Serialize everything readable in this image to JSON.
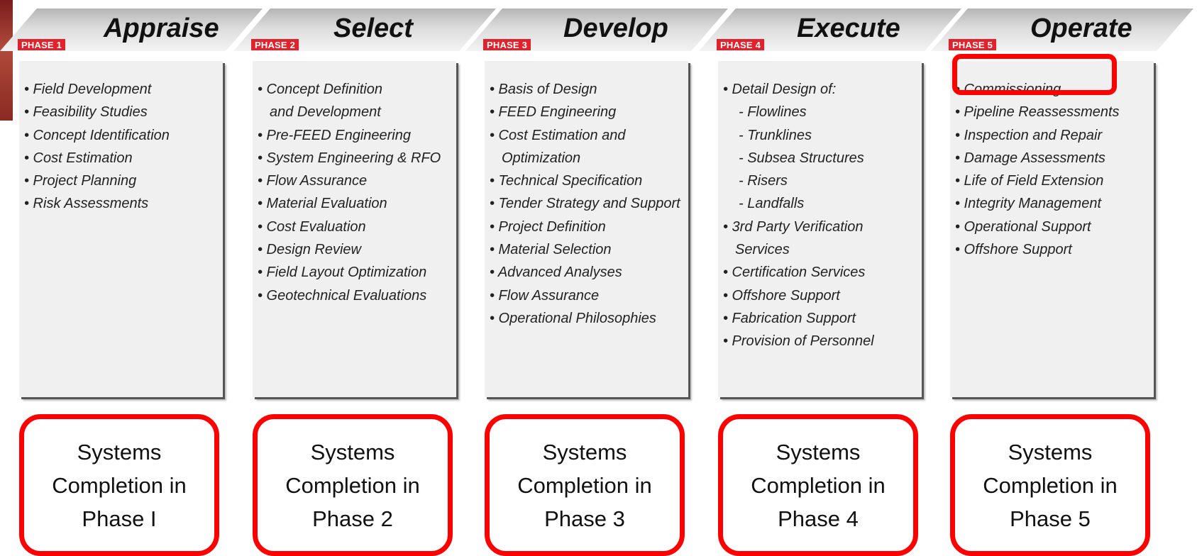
{
  "phases": [
    {
      "tag": "PHASE 1",
      "title": "Appraise",
      "items": [
        "• Field Development",
        "• Feasibility Studies",
        "• Concept Identification",
        "• Cost Estimation",
        "• Project Planning",
        "• Risk Assessments"
      ],
      "completion": "Systems\nCompletion in\nPhase I"
    },
    {
      "tag": "PHASE 2",
      "title": "Select",
      "items": [
        "• Concept Definition",
        "and Development",
        "• Pre-FEED Engineering",
        "• System Engineering & RFO",
        "• Flow Assurance",
        "• Material Evaluation",
        "• Cost Evaluation",
        "• Design Review",
        "• Field Layout Optimization",
        "• Geotechnical Evaluations"
      ],
      "completion": "Systems\nCompletion in\nPhase 2"
    },
    {
      "tag": "PHASE 3",
      "title": "Develop",
      "items": [
        "• Basis of Design",
        "• FEED Engineering",
        "• Cost Estimation and",
        "Optimization",
        "• Technical Specification",
        "• Tender Strategy and Support",
        "• Project Definition",
        "• Material Selection",
        "• Advanced Analyses",
        "• Flow Assurance",
        "• Operational Philosophies"
      ],
      "completion": "Systems\nCompletion in\nPhase 3"
    },
    {
      "tag": "PHASE 4",
      "title": "Execute",
      "items": [
        "• Detail Design of:",
        "- Flowlines",
        "- Trunklines",
        "- Subsea Structures",
        "- Risers",
        "- Landfalls",
        "• 3rd Party Verification",
        "Services",
        "• Certification Services",
        "• Offshore Support",
        "• Fabrication Support",
        "• Provision of Personnel"
      ],
      "completion": "Systems\nCompletion in\nPhase 4"
    },
    {
      "tag": "PHASE 5",
      "title": "Operate",
      "items": [
        "• Commissioning",
        "• Pipeline Reassessments",
        "• Inspection and Repair",
        "• Damage Assessments",
        "• Life of Field Extension",
        "• Integrity Management",
        "• Operational Support",
        "• Offshore Support"
      ],
      "completion": "Systems\nCompletion in\nPhase 5"
    }
  ],
  "colors": {
    "accent": "#ff0000",
    "tag_red": "#e4202a",
    "card_bg": "#f0f0f1",
    "header_gray": "#c8c8c8"
  }
}
